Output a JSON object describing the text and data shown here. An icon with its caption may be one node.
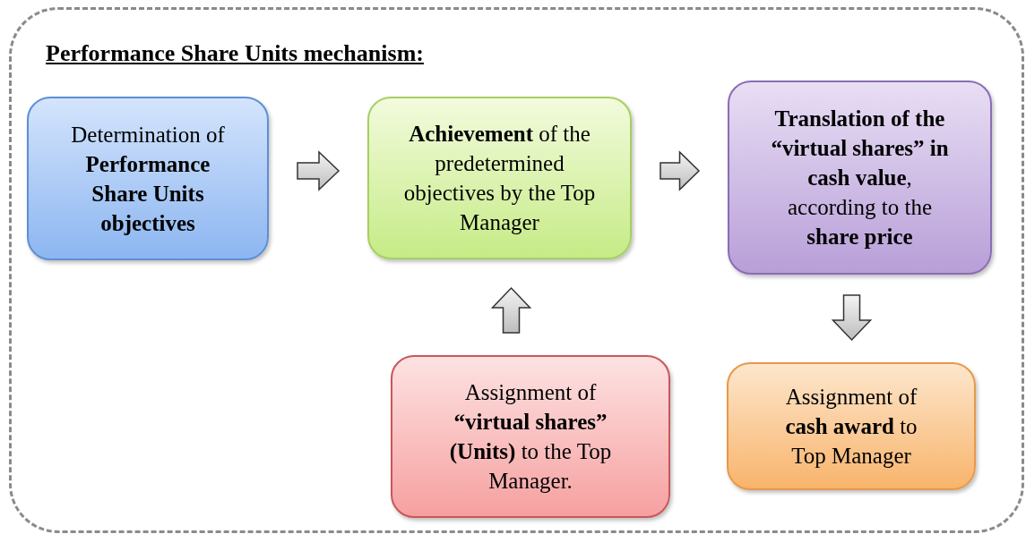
{
  "diagram": {
    "title": "Performance Share Units mechanism:",
    "nodes": [
      {
        "text": [],
        "shape": "box"
      },
      {
        "text": [
          "Determination of **Performance Share Units objectives**"
        ],
        "in": 0
      },
      {
        "text": [
          "**Achievement** of the predetermined objectives by the Top Manager"
        ],
        "in": 0
      },
      {
        "text": [
          "**Translation of the “virtual shares” in cash value**, according to the **share price**"
        ],
        "in": 0
      },
      {
        "text": [
          "Assignment of **“virtual shares” (Units)** to the Top Manager."
        ],
        "in": 0
      },
      {
        "text": [
          "Assignment of **cash award** to Top Manager"
        ],
        "in": 0
      }
    ],
    "edges": [
      {
        "from": 1,
        "to": 2,
        "arrow": "to"
      },
      {
        "from": 2,
        "to": 3,
        "arrow": "to"
      },
      {
        "from": 4,
        "to": 2,
        "arrow": "to"
      },
      {
        "from": 3,
        "to": 5,
        "arrow": "to"
      }
    ]
  }
}
